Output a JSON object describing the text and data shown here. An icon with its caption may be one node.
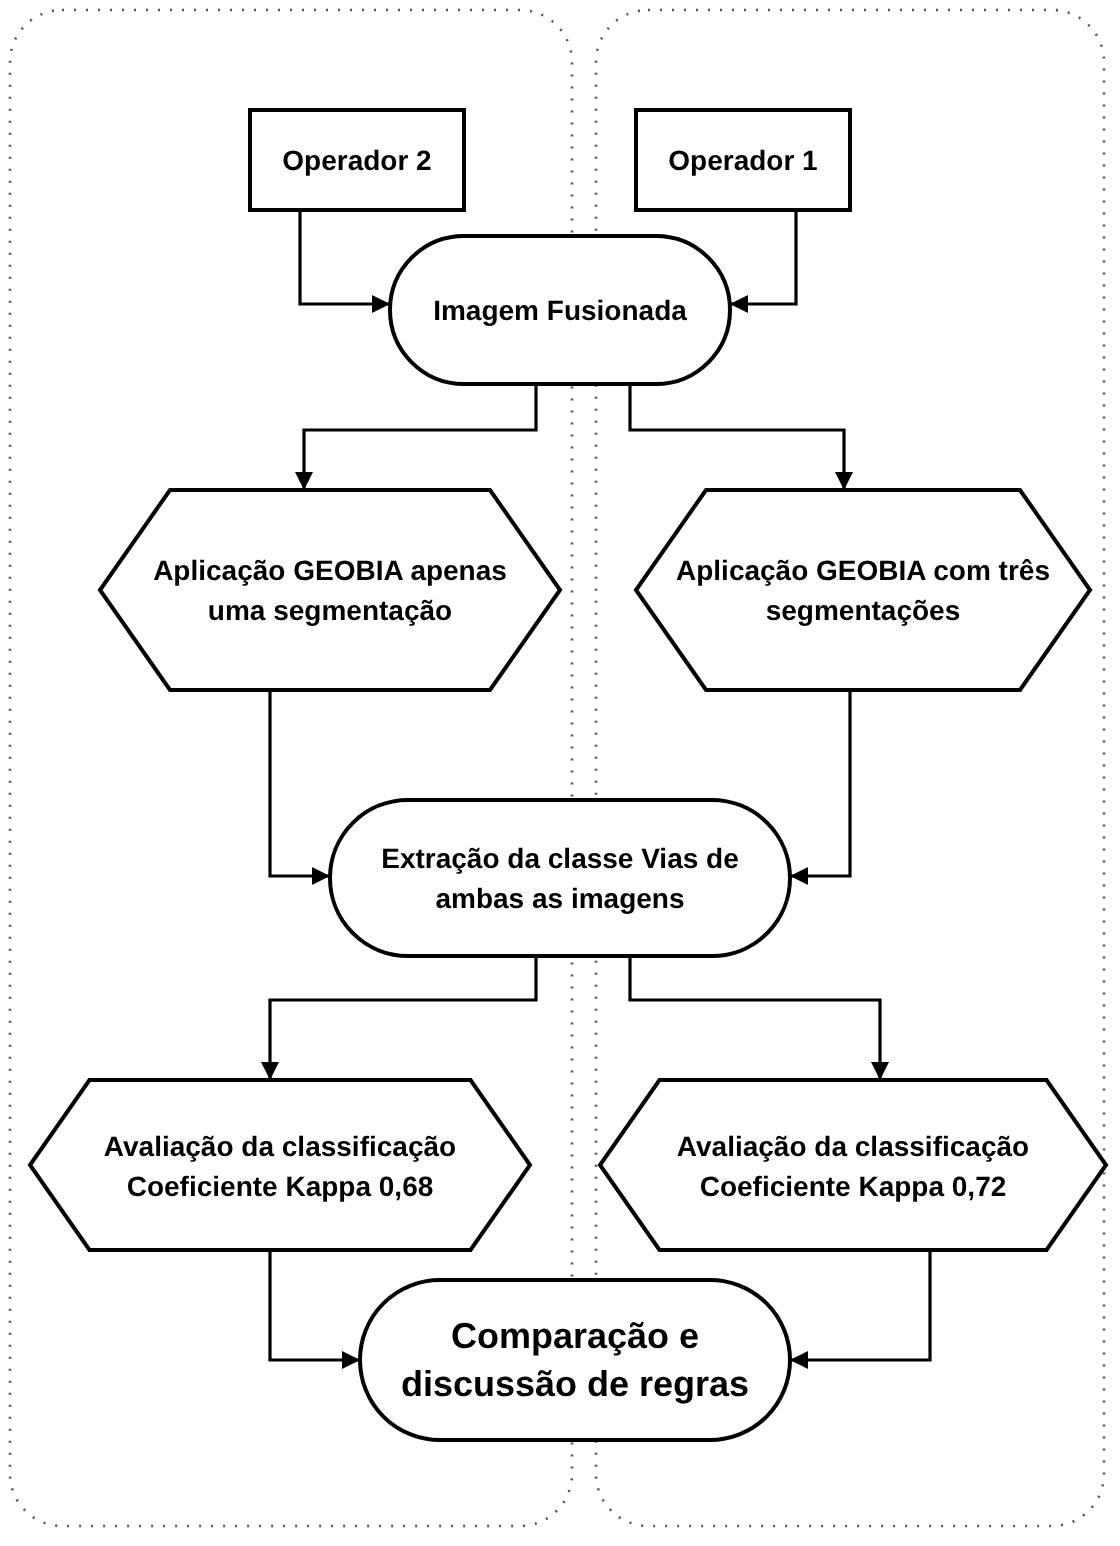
{
  "diagram": {
    "nodes": [
      {
        "text": [
          "Operador 2"
        ]
      },
      {
        "text": [
          "Operador 1"
        ]
      },
      {
        "text": [
          "Imagem Fusionada"
        ]
      },
      {
        "text": [
          "Aplicação GEOBIA apenas uma segmentação"
        ]
      },
      {
        "text": [
          "Aplicação GEOBIA com três segmentações"
        ]
      },
      {
        "text": [
          "Extração da classe Vias de ambas as imagens"
        ]
      },
      {
        "text": [
          "Avaliação da classificação Coeficiente Kappa 0,68"
        ]
      },
      {
        "text": [
          "Avaliação da classificação Coeficiente Kappa 0,72"
        ]
      },
      {
        "text": [
          "Comparação e discussão de regras"
        ]
      }
    ],
    "edges": [
      {
        "from": 0,
        "to": 2,
        "arrow": "to"
      },
      {
        "from": 1,
        "to": 2,
        "arrow": "to"
      },
      {
        "from": 2,
        "to": 3,
        "arrow": "to"
      },
      {
        "from": 2,
        "to": 4,
        "arrow": "to"
      },
      {
        "from": 3,
        "to": 5,
        "arrow": "to"
      },
      {
        "from": 4,
        "to": 5,
        "arrow": "to"
      },
      {
        "from": 5,
        "to": 6,
        "arrow": "to"
      },
      {
        "from": 5,
        "to": 7,
        "arrow": "to"
      },
      {
        "from": 6,
        "to": 8,
        "arrow": "to"
      },
      {
        "from": 7,
        "to": 8,
        "arrow": "to"
      }
    ]
  }
}
